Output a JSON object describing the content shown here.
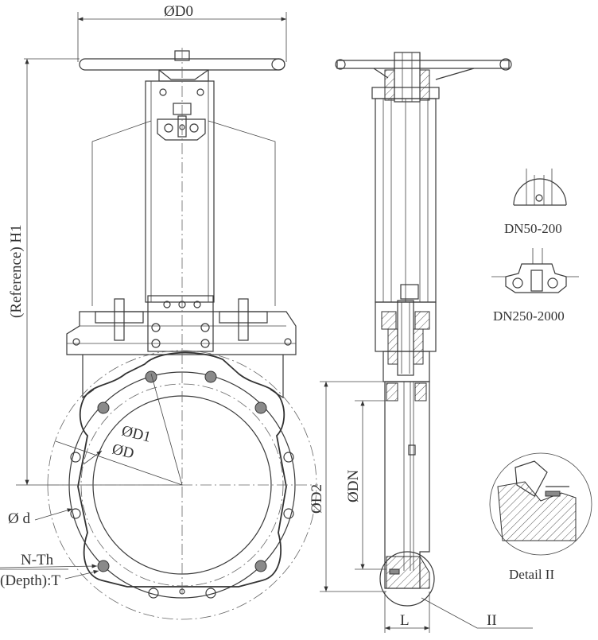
{
  "labels": {
    "d0": "ØD0",
    "h1": "(Reference) H1",
    "d1": "ØD1",
    "d": "ØD",
    "small_d": "Ø d",
    "n_th": "N-Th",
    "depth": "(Depth):T",
    "d2": "ØD2",
    "dn": "ØDN",
    "l": "L",
    "ii": "II",
    "dn_small": "DN50-200",
    "dn_large": "DN250-2000",
    "detail": "Detail II"
  },
  "colors": {
    "line": "#3a3a3a",
    "bolt_fill": "#8a8a8a",
    "background": "#ffffff"
  }
}
